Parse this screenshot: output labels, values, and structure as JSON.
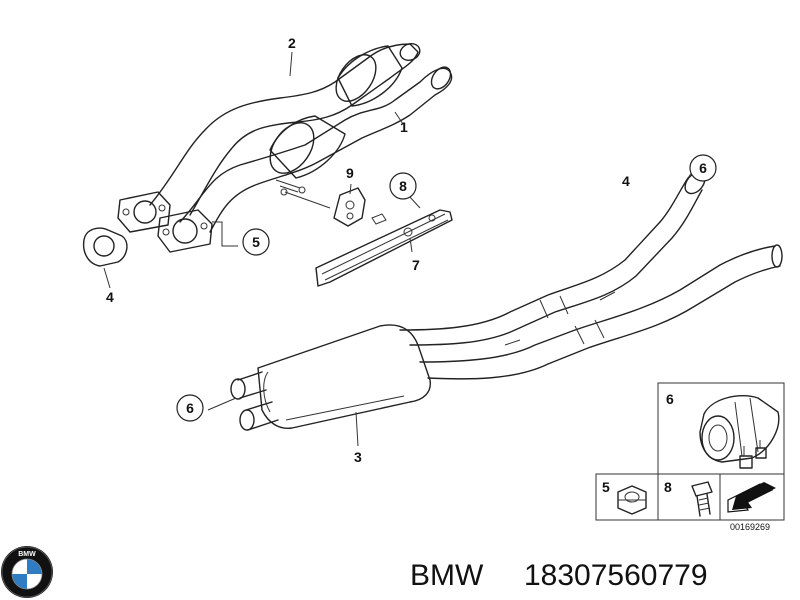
{
  "callouts": {
    "c1": "1",
    "c2": "2",
    "c3": "3",
    "c4_top": "4",
    "c4_left": "4",
    "c5_main": "5",
    "c6_pipe": "6",
    "c6_front": "6",
    "c7": "7",
    "c8_main": "8",
    "c9": "9"
  },
  "inset": {
    "clamp_num": "6",
    "nut_num": "5",
    "bolt_num": "8",
    "ref_code": "00169269"
  },
  "caption": {
    "brand": "BMW",
    "part_number": "18307560779"
  },
  "logo": {
    "letters": "BMW",
    "colors": {
      "blue": "#2f7cc2",
      "white": "#ffffff",
      "ring": "#111111"
    }
  }
}
